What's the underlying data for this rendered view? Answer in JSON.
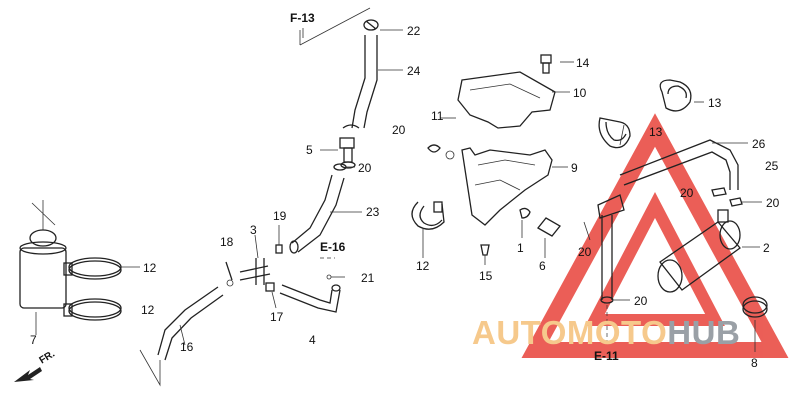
{
  "callouts": {
    "c1": "1",
    "c2": "2",
    "c3": "3",
    "c4": "4",
    "c5": "5",
    "c6": "6",
    "c7": "7",
    "c8": "8",
    "c9": "9",
    "c10": "10",
    "c11": "11",
    "c12a": "12",
    "c12b": "12",
    "c12c": "12",
    "c13a": "13",
    "c13b": "13",
    "c14": "14",
    "c15": "15",
    "c16": "16",
    "c17": "17",
    "c18": "18",
    "c19": "19",
    "c20a": "20",
    "c20b": "20",
    "c20c": "20",
    "c20d": "20",
    "c20e": "20",
    "c20f": "20",
    "c21": "21",
    "c22": "22",
    "c23": "23",
    "c24": "24",
    "c25": "25",
    "c26": "26"
  },
  "refs": {
    "f13": "F-13",
    "e16": "E-16",
    "e11": "E-11",
    "front": "FR."
  },
  "watermark": {
    "word1": "AUTOMOTO",
    "word2": "HUB",
    "color1": "#f6c98c",
    "color2": "#9aa0a6",
    "logo_color": "#e8433a"
  }
}
